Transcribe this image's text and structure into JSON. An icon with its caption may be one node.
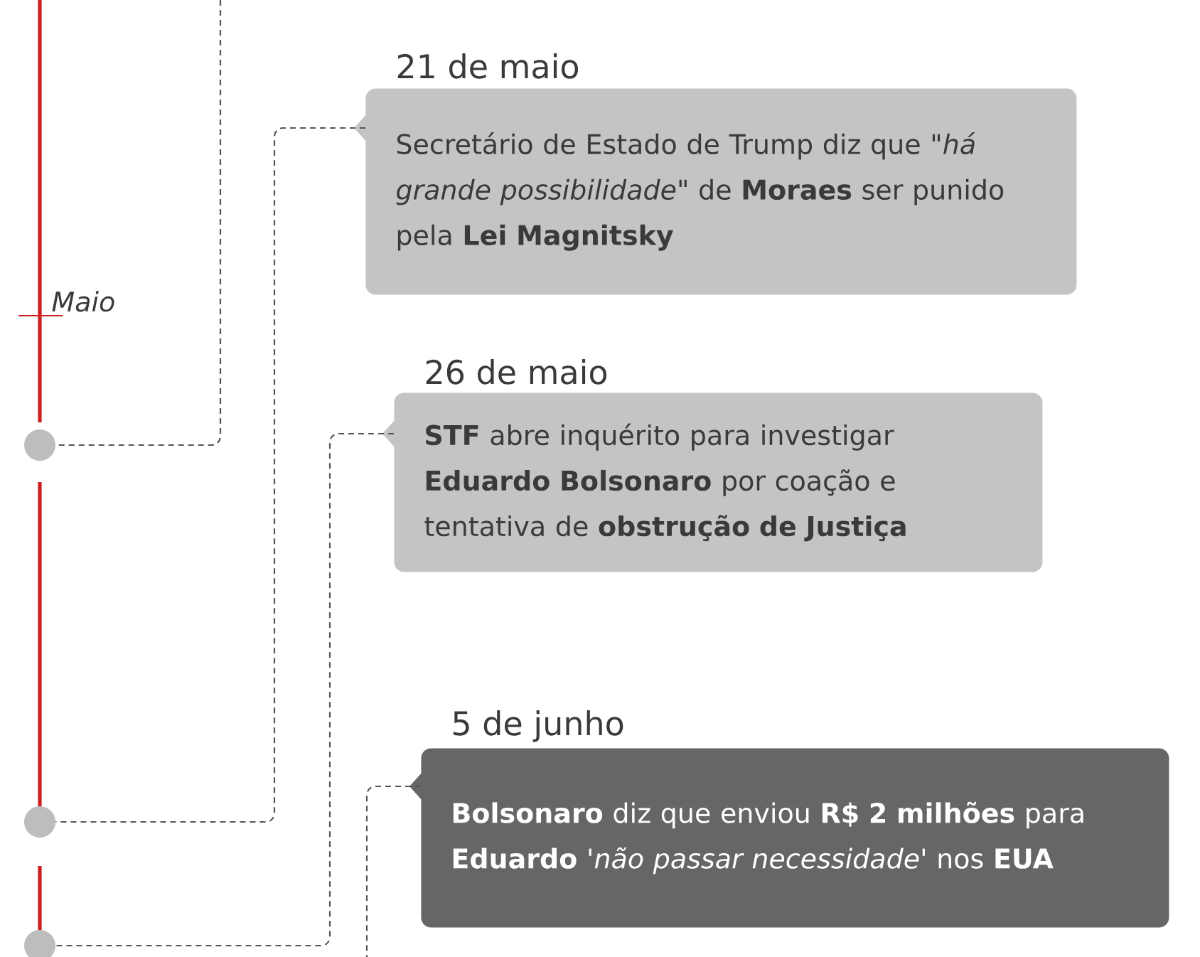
{
  "diagram": {
    "nodes": [
      {
        "text": [],
        "shape": "circle"
      },
      {
        "text": [],
        "shape": "circle"
      },
      {
        "text": [],
        "shape": "circle"
      },
      {
        "text": [
          "21 de maio",
          "Secretário de Estado de Trump diz que *\"há grande possibilidade\"* de **Moraes** ser punido pela **Lei Magnitsky**"
        ]
      },
      {
        "text": [
          "26 de maio",
          "**STF** abre inquérito para investigar **Eduardo Bolsonaro** por coação e tentativa de **obstrução de Justiça**"
        ]
      },
      {
        "text": [
          "5 de junho",
          "**Bolsonaro** diz que enviou **R$ 2 milhões** para **Eduardo** *'não passar necessidade'* nos **EUA**"
        ]
      }
    ],
    "edges": [
      {
        "from": null,
        "to": 0,
        "arrow": "none"
      },
      {
        "from": 3,
        "to": 1,
        "arrow": "none"
      },
      {
        "from": 4,
        "to": 2,
        "arrow": "none"
      },
      {
        "from": 5,
        "to": null,
        "arrow": "none"
      }
    ],
    "labels": [
      "Maio"
    ]
  }
}
